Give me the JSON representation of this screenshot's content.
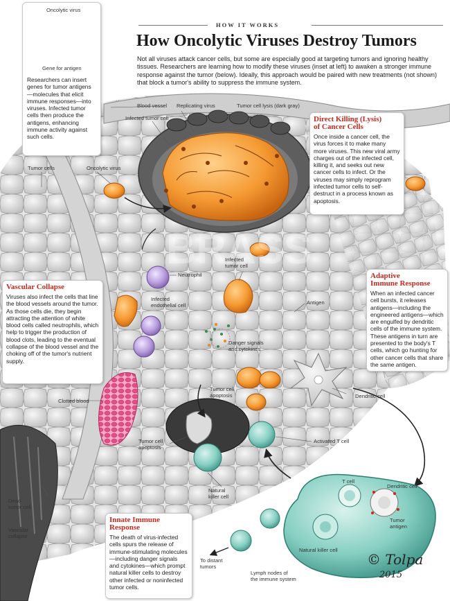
{
  "header": {
    "eyebrow": "HOW IT WORKS",
    "title": "How Oncolytic Viruses Destroy Tumors",
    "intro": "Not all viruses attack cancer cells, but some are especially good at targeting tumors and ignoring healthy tissues. Researchers are learning how to modify these viruses (inset at left) to awaken a stronger immune response against the tumor (below). Ideally, this approach would be paired with new treatments (not shown) that block a tumor's ability to suppress the immune system."
  },
  "inset": {
    "virus_label": "Oncolytic virus",
    "gene_label": "Gene for antigen",
    "text": "Researchers can insert genes for tumor antigens—molecules that elicit immune responses—into viruses. Infected tumor cells then produce the antigens, enhancing immune activity against such cells."
  },
  "boxes": {
    "direct": {
      "title_1": "Direct Killing (Lysis)",
      "title_2": "of Cancer Cells",
      "text": "Once inside a cancer cell, the virus forces it to make many more viruses. This new viral army charges out of the infected cell, killing it, and seeks out new cancer cells to infect. Or the viruses may simply reprogram infected tumor cells to self-destruct in a process known as apoptosis."
    },
    "vascular": {
      "title": "Vascular Collapse",
      "text": "Viruses also infect the cells that line the blood vessels around the tumor. As those cells die, they begin attracting the attention of white blood cells called neutrophils, which help to trigger the production of blood clots, leading to the eventual collapse of the blood vessel and the choking off of the tumor's nutrient supply."
    },
    "adaptive": {
      "title_1": "Adaptive",
      "title_2": "Immune Response",
      "text": "When an infected cancer cell bursts, it releases antigens—including the engineered antigens—which are engulfed by dendritic cells of the immune system. These antigens in turn are presented to the body's T cells, which go hunting for other cancer cells that share the same antigen."
    },
    "innate": {
      "title_1": "Innate Immune",
      "title_2": "Response",
      "text": "The death of virus-infected cells spurs the release of immune-stimulating molecules—including danger signals and cytokines—which prompt natural killer cells to destroy other infected or noninfected tumor cells."
    }
  },
  "labels": {
    "blood_vessel": "Blood vessel",
    "replicating_virus": "Replicating virus",
    "tumor_cell_lysis": "Tumor cell lysis (dark gray)",
    "infected_tumor_cell_top": "Infected tumor cell",
    "tumor_cells": "Tumor cells",
    "oncolytic_virus": "Oncolytic virus",
    "infected_tumor_cell_mid_1": "Infected",
    "infected_tumor_cell_mid_2": "tumor cell",
    "neutrophil": "Neutrophil",
    "infected_endothelial_1": "Infected",
    "infected_endothelial_2": "endothelial cell",
    "antigen": "Antigen",
    "danger_signals_1": "Danger signals",
    "danger_signals_2": "and cytokines",
    "clotted_blood": "Clotted blood",
    "tumor_apoptosis_mid_1": "Tumor cell",
    "tumor_apoptosis_mid_2": "apoptosis",
    "dendritic_cell": "Dendritic cell",
    "tumor_apoptosis_low_1": "Tumor cell",
    "tumor_apoptosis_low_2": "apoptosis",
    "activated_t_cell": "Activated T cell",
    "t_cell": "T cell",
    "dendritic_cell_lymph": "Dendritic cell",
    "tumor_antigen_1": "Tumor",
    "tumor_antigen_2": "antigen",
    "dead_tumor_cell_1": "Dead",
    "dead_tumor_cell_2": "tumor cell",
    "vascular_collapse_1": "Vascular",
    "vascular_collapse_2": "collapse",
    "natural_killer_1": "Natural",
    "natural_killer_2": "killer cell",
    "natural_killer_lymph": "Natural killer cell",
    "to_distant_1": "To distant",
    "to_distant_2": "tumors",
    "lymph_nodes_1": "Lymph nodes of",
    "lymph_nodes_2": "the immune system"
  },
  "signature": {
    "name": "© Tolpa",
    "year": "2015"
  },
  "colors": {
    "accent_red": "#c8281e",
    "virus_orange": "#f08a24",
    "tissue_gray": "#d9d9d9",
    "immune_teal": "#7ec9bd",
    "neutrophil_purple": "#b49ad6",
    "clot_pink": "#e8528a"
  }
}
